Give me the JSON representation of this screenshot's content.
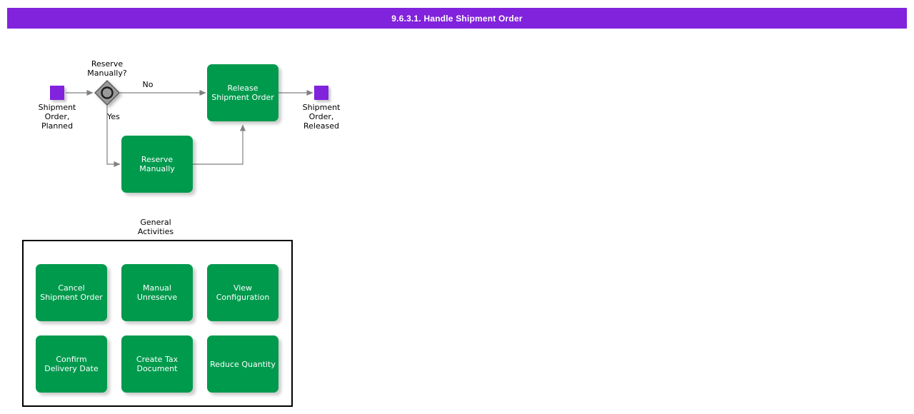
{
  "header": {
    "title": "9.6.3.1. Handle Shipment Order",
    "background": "#8122dc",
    "text_color": "#ffffff"
  },
  "theme": {
    "task_color": "#009a4d",
    "event_color": "#8122dc",
    "gateway_color": "#9a9a9a",
    "connector_color": "#808080",
    "group_border": "#000000"
  },
  "diagram": {
    "start_event": {
      "name": "start-event",
      "label": "Shipment\nOrder,\nPlanned"
    },
    "gateway": {
      "name": "reserve-manually-gateway",
      "label": "Reserve\nManually?",
      "type": "exclusive-gateway"
    },
    "flow_labels": {
      "no": "No",
      "yes": "Yes"
    },
    "tasks": [
      {
        "id": "release-shipment-order",
        "label": "Release\nShipment Order"
      },
      {
        "id": "reserve-manually",
        "label": "Reserve\nManually"
      }
    ],
    "end_event": {
      "name": "end-event",
      "label": "Shipment\nOrder,\nReleased"
    }
  },
  "general_activities": {
    "label": "General\nActivities",
    "items": [
      {
        "id": "cancel-shipment-order",
        "label": "Cancel\nShipment Order"
      },
      {
        "id": "manual-unreserve",
        "label": "Manual\nUnreserve"
      },
      {
        "id": "view-configuration",
        "label": "View\nConfiguration"
      },
      {
        "id": "confirm-delivery-date",
        "label": "Confirm\nDelivery Date"
      },
      {
        "id": "create-tax-document",
        "label": "Create Tax\nDocument"
      },
      {
        "id": "reduce-quantity",
        "label": "Reduce Quantity"
      }
    ]
  }
}
